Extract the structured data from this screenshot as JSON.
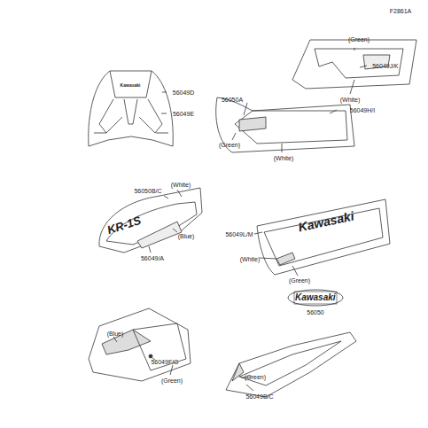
{
  "diagram": {
    "nodes": [
      {
        "text": [
          "Kawasaki",
          "56050"
        ]
      }
    ],
    "labels": [
      "F2861A",
      "Kawasaki",
      "56049D",
      "56049E",
      "(Green)",
      "56049J/K",
      "(White)",
      "56050A",
      "56049H/I",
      "(Green)",
      "(White)",
      "56050B/C",
      "(White)",
      "KR-1S",
      "(Blue)",
      "56049/A",
      "56049L/M",
      "Kawasaki",
      "(White)",
      "(Green)",
      "(Blue)",
      "56049F/G",
      "(Green)",
      "(Green)",
      "56049B/C"
    ]
  }
}
